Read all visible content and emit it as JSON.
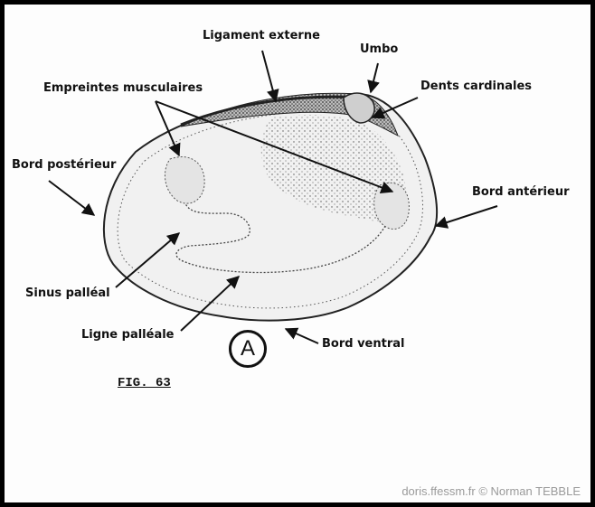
{
  "labels": {
    "ligament_externe": "Ligament externe",
    "umbo": "Umbo",
    "dents_cardinales": "Dents cardinales",
    "empreintes_musculaires": "Empreintes musculaires",
    "bord_posterieur": "Bord postérieur",
    "bord_anterieur": "Bord antérieur",
    "sinus_palleal": "Sinus palléal",
    "ligne_palleale": "Ligne palléale",
    "bord_ventral": "Bord ventral"
  },
  "figure": {
    "caption": "FIG. 63",
    "view_letter": "A"
  },
  "credit": "doris.ffessm.fr  ©  Norman TEBBLE",
  "colors": {
    "ink": "#111111",
    "credit": "#9a9a9a"
  }
}
